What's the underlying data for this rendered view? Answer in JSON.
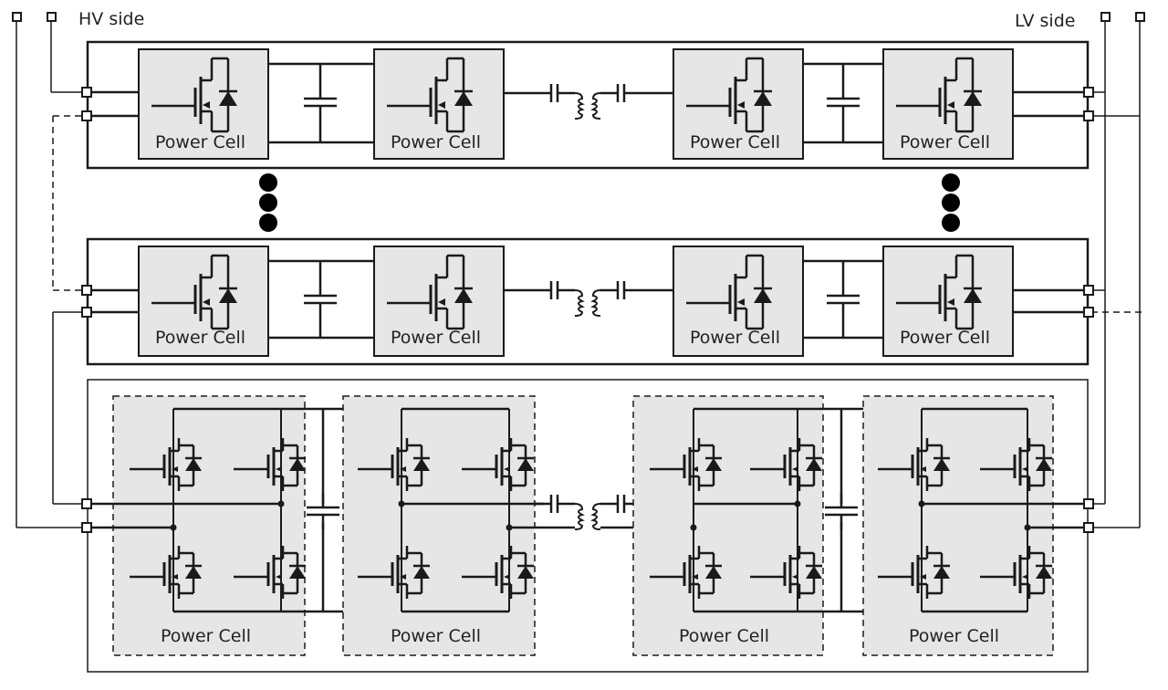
{
  "labels": {
    "hv_side": "HV side",
    "lv_side": "LV side",
    "cell": "Power Cell"
  },
  "modules": [
    {
      "id": "module-top",
      "cells": [
        "Power Cell",
        "Power Cell",
        "Power Cell",
        "Power Cell"
      ]
    },
    {
      "id": "module-middle",
      "cells": [
        "Power Cell",
        "Power Cell",
        "Power Cell",
        "Power Cell"
      ]
    },
    {
      "id": "module-bottom",
      "cells": [
        "Power Cell",
        "Power Cell",
        "Power Cell",
        "Power Cell"
      ]
    }
  ],
  "ellipsis": "vertical-dots",
  "colors": {
    "line": "#1a1a1a",
    "cell_fill": "#e6e6e6",
    "background": "#ffffff"
  }
}
